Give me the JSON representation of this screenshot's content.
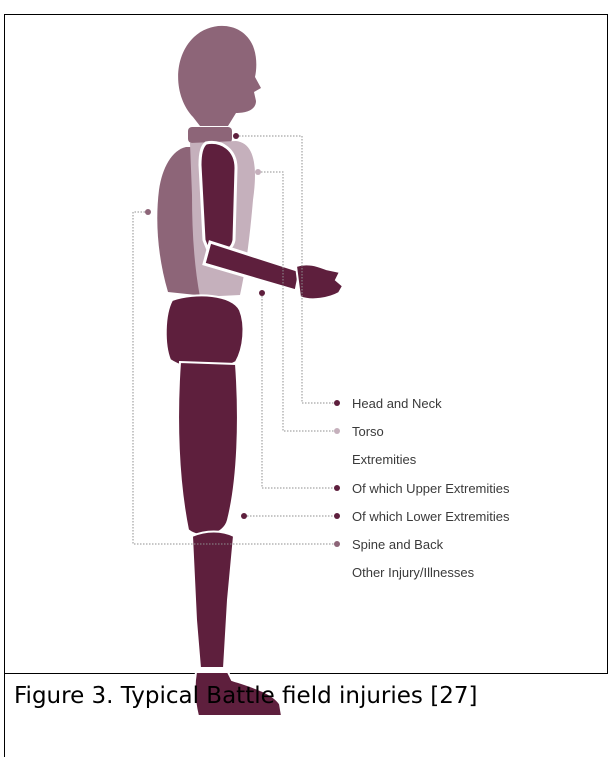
{
  "figure": {
    "caption": "Figure 3. Typical Battle field injuries [27]"
  },
  "colors": {
    "dark": "#5e1f3d",
    "mid": "#8d6578",
    "light": "#c5b0bc",
    "guide_line": "#8f8f8f"
  },
  "legend": [
    {
      "key": "head_neck",
      "label": "Head and Neck",
      "marker": "dark"
    },
    {
      "key": "torso",
      "label": "Torso",
      "marker": "light"
    },
    {
      "key": "extremities",
      "label": "Extremities",
      "marker": "none"
    },
    {
      "key": "upper",
      "label": "Of which Upper Extremities",
      "marker": "dark"
    },
    {
      "key": "lower",
      "label": "Of which Lower Extremities",
      "marker": "dark"
    },
    {
      "key": "spine",
      "label": "Spine and Back",
      "marker": "mid"
    },
    {
      "key": "other",
      "label": "Other Injury/Illnesses",
      "marker": "none"
    }
  ]
}
